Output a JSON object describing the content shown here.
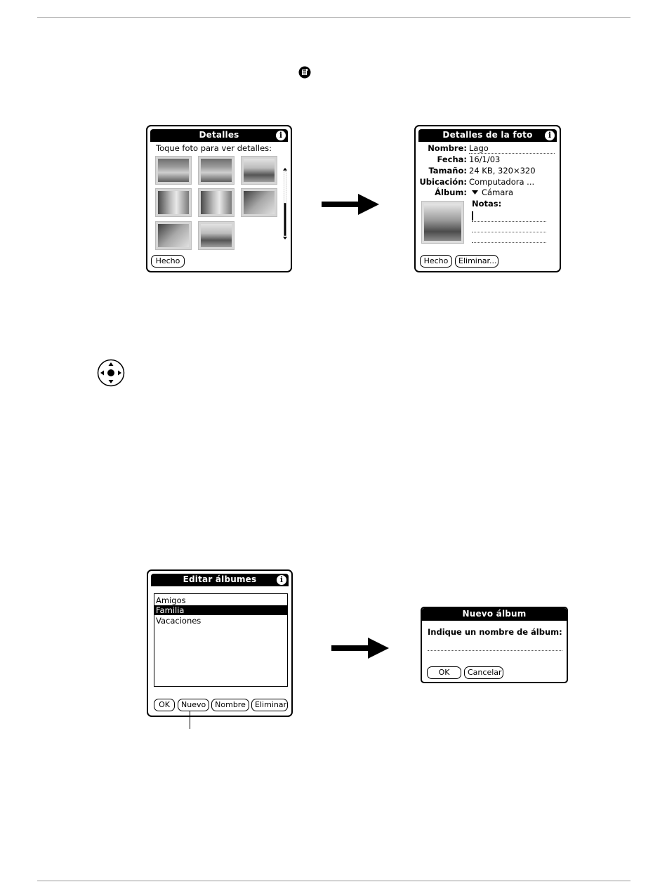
{
  "detalles": {
    "title": "Detalles",
    "instruction": "Toque foto para ver detalles:",
    "done": "Hecho"
  },
  "foto": {
    "title": "Detalles de la foto",
    "fields": [
      {
        "label": "Nombre:",
        "value": "Lago"
      },
      {
        "label": "Fecha:",
        "value": "16/1/03"
      },
      {
        "label": "Tamaño:",
        "value": "24 KB, 320×320"
      },
      {
        "label": "Ubicación:",
        "value": "Computadora ..."
      },
      {
        "label": "Álbum:",
        "value": "Cámara"
      }
    ],
    "notes_label": "Notas:",
    "done": "Hecho",
    "delete": "Eliminar..."
  },
  "editar": {
    "title": "Editar álbumes",
    "albums": [
      "Amigos",
      "Familia",
      "Vacaciones"
    ],
    "selected": "Familia",
    "buttons": [
      "OK",
      "Nuevo",
      "Nombre",
      "Eliminar"
    ]
  },
  "nuevo": {
    "title": "Nuevo álbum",
    "prompt": "Indique un nombre de álbum:",
    "ok": "OK",
    "cancel": "Cancelar"
  },
  "icons": [
    "menu-icon",
    "info-icon",
    "navigator-icon",
    "arrow-right-icon"
  ]
}
